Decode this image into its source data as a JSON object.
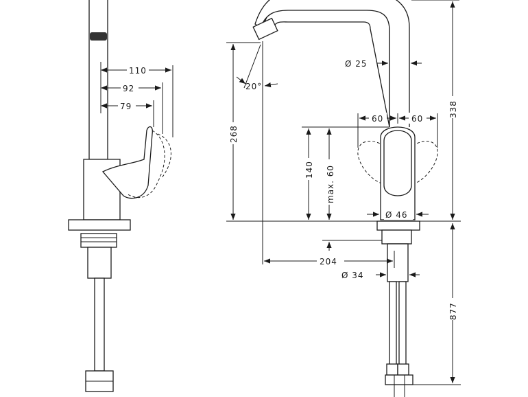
{
  "side_view": {
    "dims": {
      "d110": "110",
      "d92": "92",
      "d79": "79"
    }
  },
  "front_view": {
    "dims": {
      "angle": "20°",
      "h268": "268",
      "h140": "140",
      "max60": "max. 60",
      "d204": "204",
      "dia25": "Ø 25",
      "w60_left": "60",
      "w60_right": "60",
      "h338": "338",
      "dia46": "Ø 46",
      "dia34": "Ø 34",
      "h877": "877"
    }
  }
}
